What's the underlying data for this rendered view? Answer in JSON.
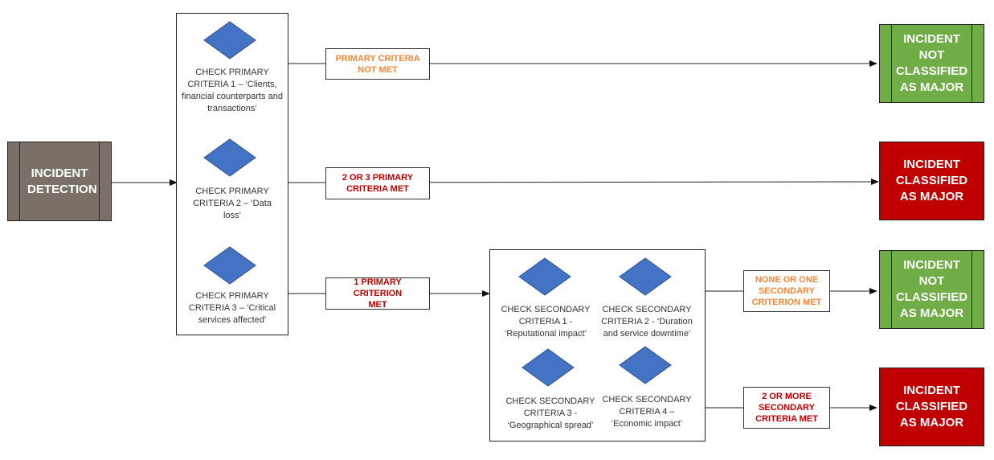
{
  "colors": {
    "detection_fill": "#7b7068",
    "not_major_fill": "#70ad47",
    "major_fill": "#c00000",
    "diamond_fill": "#4472c4",
    "label_orange": "#f0883a",
    "label_red": "#c00000"
  },
  "detection": {
    "label": "INCIDENT DETECTION"
  },
  "primary": {
    "c1": "CHECK PRIMARY CRITERIA 1 – ‘Clients, financial counterparts and transactions’",
    "c2": "CHECK PRIMARY CRITERIA 2 – ‘Data loss’",
    "c3": "CHECK PRIMARY CRITERIA 3 – ‘Critical services affected’"
  },
  "branches": {
    "primary_not_met": "PRIMARY CRITERIA NOT MET",
    "two_three_met": "2 OR 3 PRIMARY CRITERIA MET",
    "one_met": "1 PRIMARY CRITERION MET",
    "none_one_secondary": "NONE OR ONE SECONDARY CRITERION MET",
    "two_more_secondary": "2 OR MORE SECONDARY CRITERIA MET"
  },
  "secondary": {
    "c1": "CHECK SECONDARY CRITERIA 1 - ‘Reputational impact’",
    "c2": "CHECK SECONDARY CRITERIA 2 - ‘Duration and service downtime’",
    "c3": "CHECK SECONDARY CRITERIA 3 - ‘Geographical spread’",
    "c4": "CHECK SECONDARY CRITERIA 4 – ‘Economic impact’"
  },
  "outcomes": {
    "not_major_1": "INCIDENT NOT CLASSIFIED AS MAJOR",
    "major_1": "INCIDENT CLASSIFIED AS MAJOR",
    "not_major_2": "INCIDENT NOT CLASSIFIED AS MAJOR",
    "major_2": "INCIDENT CLASSIFIED AS MAJOR"
  }
}
